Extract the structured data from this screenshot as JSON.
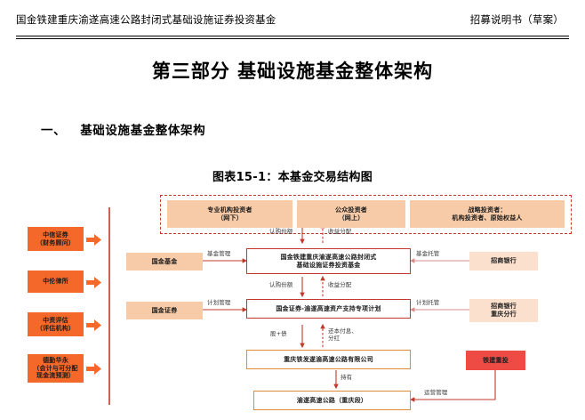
{
  "header": {
    "left": "国金铁建重庆渝遂高速公路封闭式基础设施证券投资基金",
    "right": "招募说明书（草案）"
  },
  "headings": {
    "part_title": "第三部分  基础设施基金整体架构",
    "section_number": "一、",
    "section_title": "基础设施基金整体架构",
    "figure_caption": "图表15-1：本基金交易结构图"
  },
  "diagram": {
    "investor_group": [
      {
        "label": "专业机构投资者\n（网下）"
      },
      {
        "label": "公众投资者\n（网上）"
      },
      {
        "label": "战略投资者：\n机构投资者、原始权益人"
      }
    ],
    "advisors": [
      {
        "label": "中信证券\n（财务顾问）"
      },
      {
        "label": "中伦律所"
      },
      {
        "label": "中资评估\n（评估机构）"
      },
      {
        "label": "德勤华永\n（会计与可分配\n现金流预测）"
      }
    ],
    "managers": [
      {
        "label": "国金基金"
      },
      {
        "label": "国金证券"
      }
    ],
    "custodians": [
      {
        "label": "招商银行"
      },
      {
        "label": "招商银行\n重庆分行"
      }
    ],
    "main_fund": "国金铁建重庆渝遂高速公路封闭式\n基础设施证券投资基金",
    "abs_plan": "国金证券-渝遂高速资产支持专项计划",
    "project_company": "重庆铁发遂渝高速公路有限公司",
    "asset": "渝遂高速公路（重庆段）",
    "sponsor": "铁建重投",
    "edge_labels": {
      "subscribe_fund": "认购份额",
      "distribute_fund": "收益分配",
      "subscribe_plan": "认购份额",
      "distribute_plan": "收益分配",
      "fund_management": "基金管理",
      "plan_management": "计划管理",
      "fund_custody": "基金托管",
      "plan_custody": "计划托管",
      "equity_debt": "股+债",
      "repay_dividend": "还本付息、\n分红",
      "hold": "持有",
      "operation_management": "运营管理"
    }
  },
  "colors": {
    "accent_red": "#C0392B",
    "orange": "#F4682A",
    "peach": "#F7CBA8",
    "peach_soft": "#FAE0CD",
    "red_box": "#EF4B45",
    "orange_line": "#E08A3C"
  }
}
